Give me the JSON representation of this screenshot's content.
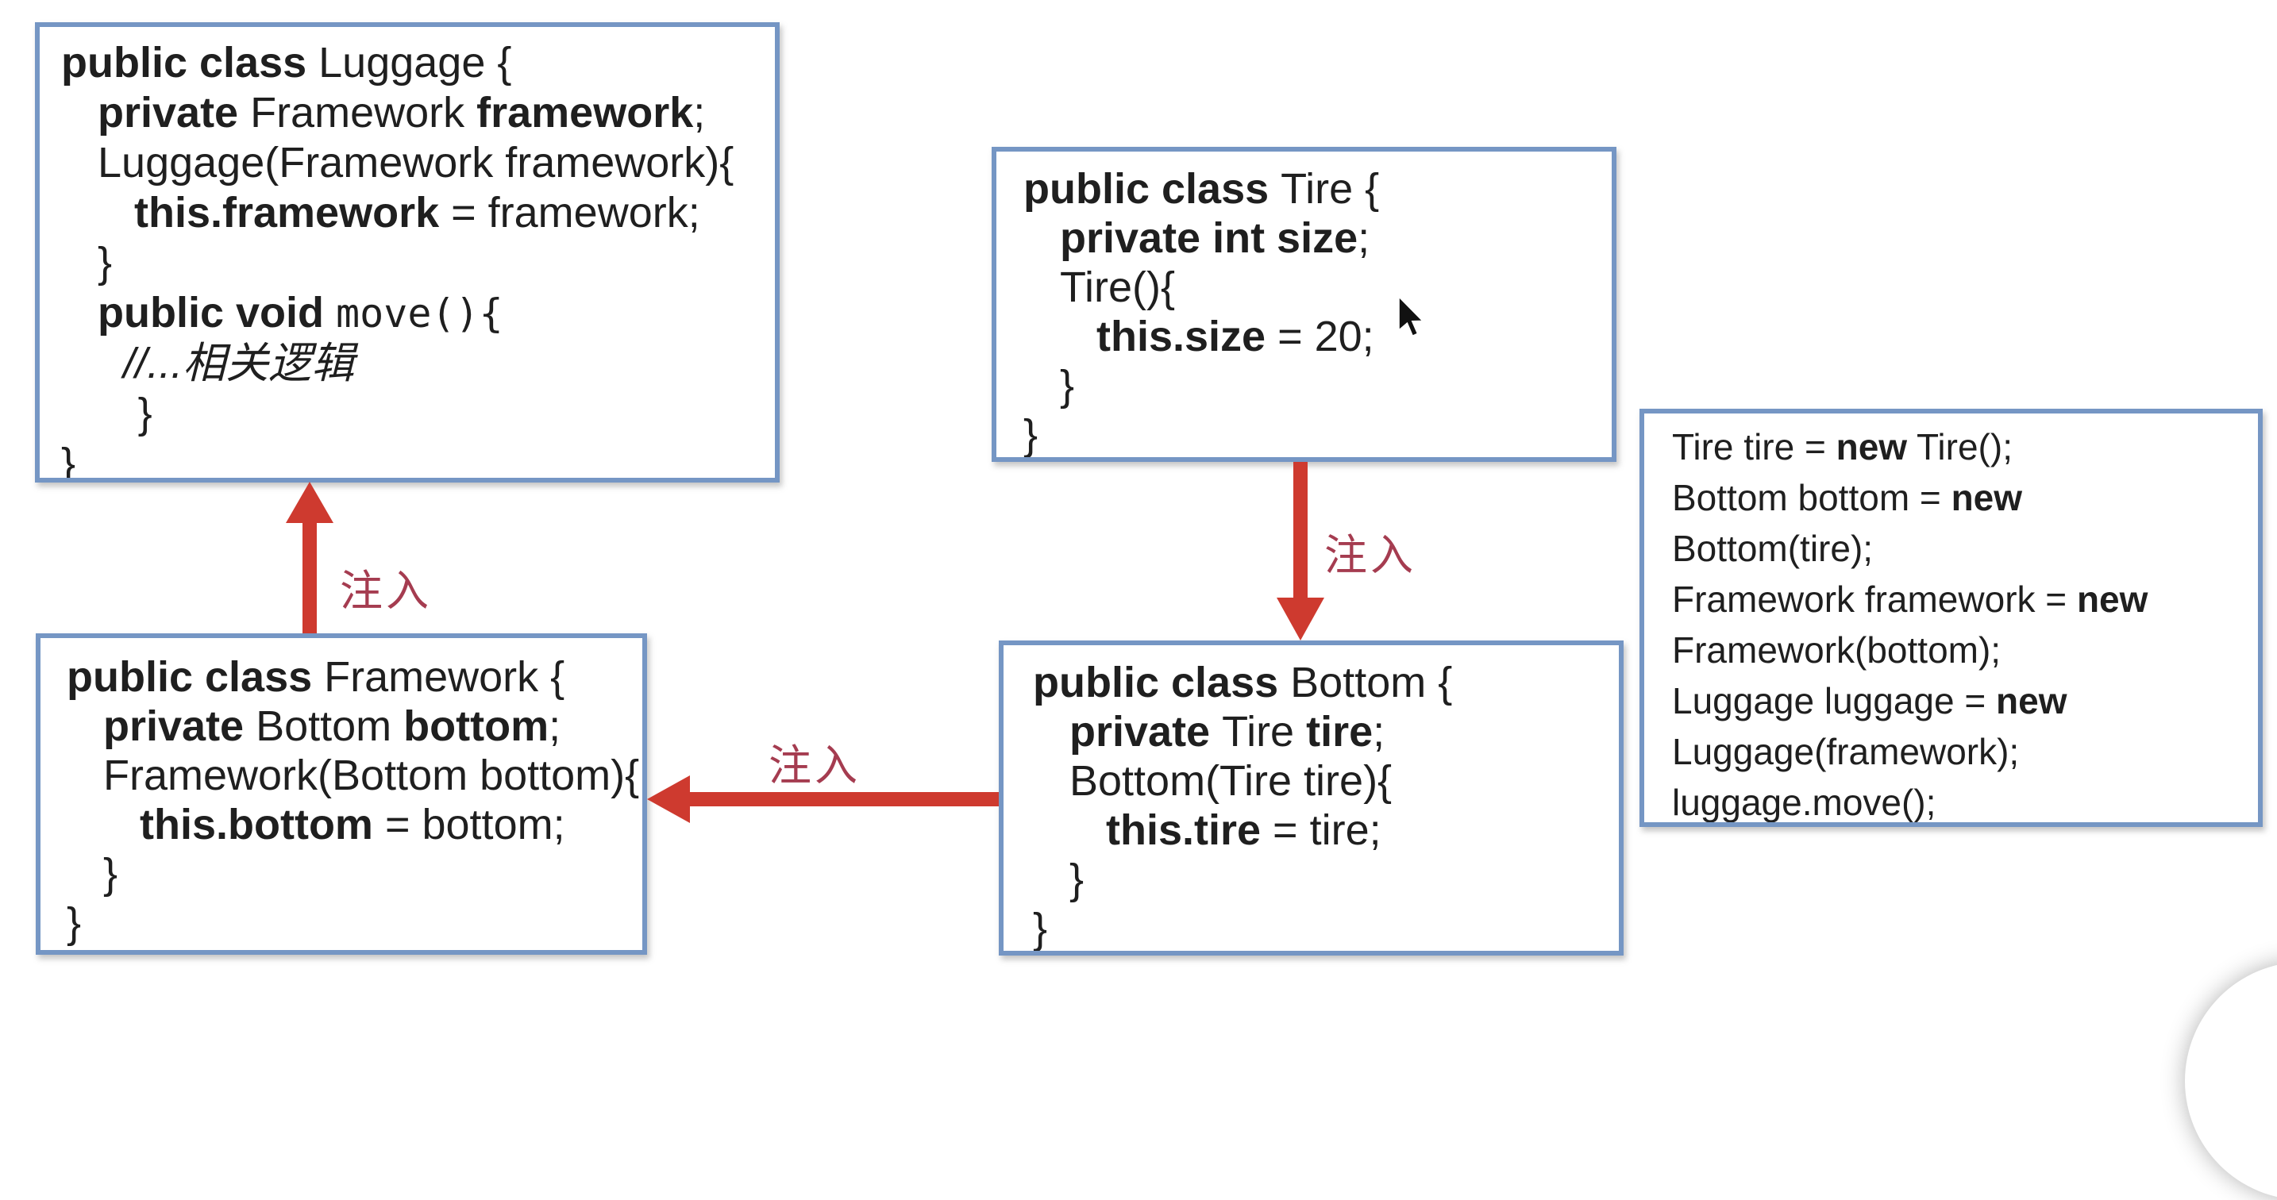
{
  "colors": {
    "box_border": "#7596c4",
    "arrow": "#ce3a2f",
    "label": "#a53c50",
    "text": "#1f1f1f",
    "bg": "#ffffff"
  },
  "labels": {
    "inject_up": "注入",
    "inject_down": "注入",
    "inject_left": "注入"
  },
  "boxes": {
    "luggage": {
      "title": "Luggage class",
      "lines": [
        {
          "ind": 0,
          "seg": [
            {
              "t": "public class ",
              "b": 1
            },
            {
              "t": "Luggage {"
            }
          ]
        },
        {
          "ind": 1,
          "seg": [
            {
              "t": "private ",
              "b": 1
            },
            {
              "t": "Framework "
            },
            {
              "t": "framework",
              "b": 1
            },
            {
              "t": ";"
            }
          ]
        },
        {
          "ind": 1,
          "seg": [
            {
              "t": "Luggage(Framework framework){"
            }
          ]
        },
        {
          "ind": 2,
          "seg": [
            {
              "t": "this.framework",
              "b": 1
            },
            {
              "t": " = framework;"
            }
          ]
        },
        {
          "ind": 1,
          "seg": [
            {
              "t": "}"
            }
          ]
        },
        {
          "ind": 1,
          "seg": [
            {
              "t": "public void ",
              "b": 1
            },
            {
              "t": "move(){",
              "m": 1
            }
          ]
        },
        {
          "ind": 1.7,
          "seg": [
            {
              "t": "//...相关逻辑",
              "i": 1
            }
          ]
        },
        {
          "ind": 2.1,
          "seg": [
            {
              "t": "}"
            }
          ]
        },
        {
          "ind": 0,
          "seg": [
            {
              "t": "}"
            }
          ]
        }
      ]
    },
    "tire": {
      "title": "Tire class",
      "lines": [
        {
          "ind": 0,
          "seg": [
            {
              "t": "public class ",
              "b": 1
            },
            {
              "t": "Tire {"
            }
          ]
        },
        {
          "ind": 1,
          "seg": [
            {
              "t": "private int size",
              "b": 1
            },
            {
              "t": ";"
            }
          ]
        },
        {
          "ind": 1,
          "seg": [
            {
              "t": "Tire(){"
            }
          ]
        },
        {
          "ind": 2,
          "seg": [
            {
              "t": "this.size",
              "b": 1
            },
            {
              "t": " = 20;"
            }
          ]
        },
        {
          "ind": 1,
          "seg": [
            {
              "t": "}"
            }
          ]
        },
        {
          "ind": 0,
          "seg": [
            {
              "t": "}"
            }
          ]
        }
      ]
    },
    "framework": {
      "title": "Framework class",
      "lines": [
        {
          "ind": 0,
          "seg": [
            {
              "t": "public class ",
              "b": 1
            },
            {
              "t": "Framework {"
            }
          ]
        },
        {
          "ind": 1,
          "seg": [
            {
              "t": "private ",
              "b": 1
            },
            {
              "t": "Bottom "
            },
            {
              "t": "bottom",
              "b": 1
            },
            {
              "t": ";"
            }
          ]
        },
        {
          "ind": 1,
          "seg": [
            {
              "t": "Framework(Bottom bottom){"
            }
          ]
        },
        {
          "ind": 2,
          "seg": [
            {
              "t": "this.bottom",
              "b": 1
            },
            {
              "t": " = bottom;"
            }
          ]
        },
        {
          "ind": 1,
          "seg": [
            {
              "t": "}"
            }
          ]
        },
        {
          "ind": 0,
          "seg": [
            {
              "t": "}"
            }
          ]
        }
      ]
    },
    "bottom": {
      "title": "Bottom class",
      "lines": [
        {
          "ind": 0,
          "seg": [
            {
              "t": "public class ",
              "b": 1
            },
            {
              "t": "Bottom {"
            }
          ]
        },
        {
          "ind": 1,
          "seg": [
            {
              "t": "private ",
              "b": 1
            },
            {
              "t": "Tire "
            },
            {
              "t": "tire",
              "b": 1
            },
            {
              "t": ";"
            }
          ]
        },
        {
          "ind": 1,
          "seg": [
            {
              "t": "Bottom(Tire tire){"
            }
          ]
        },
        {
          "ind": 2,
          "seg": [
            {
              "t": "this.tire",
              "b": 1
            },
            {
              "t": " = tire;"
            }
          ]
        },
        {
          "ind": 1,
          "seg": [
            {
              "t": "}"
            }
          ]
        },
        {
          "ind": 0,
          "seg": [
            {
              "t": "}"
            }
          ]
        }
      ]
    },
    "usage": {
      "title": "usage code",
      "lines": [
        {
          "ind": 0,
          "seg": [
            {
              "t": "Tire tire = "
            },
            {
              "t": "new",
              "b": 1
            },
            {
              "t": " Tire();"
            }
          ]
        },
        {
          "ind": 0,
          "seg": [
            {
              "t": "Bottom bottom = "
            },
            {
              "t": "new",
              "b": 1
            }
          ]
        },
        {
          "ind": 0,
          "seg": [
            {
              "t": "Bottom(tire);"
            }
          ]
        },
        {
          "ind": 0,
          "seg": [
            {
              "t": "Framework framework = "
            },
            {
              "t": "new",
              "b": 1
            }
          ]
        },
        {
          "ind": 0,
          "seg": [
            {
              "t": "Framework(bottom);"
            }
          ]
        },
        {
          "ind": 0,
          "seg": [
            {
              "t": "Luggage luggage = "
            },
            {
              "t": "new",
              "b": 1
            }
          ]
        },
        {
          "ind": 0,
          "seg": [
            {
              "t": "Luggage(framework);"
            }
          ]
        },
        {
          "ind": 0,
          "seg": [
            {
              "t": "luggage.move();"
            }
          ]
        }
      ]
    }
  }
}
